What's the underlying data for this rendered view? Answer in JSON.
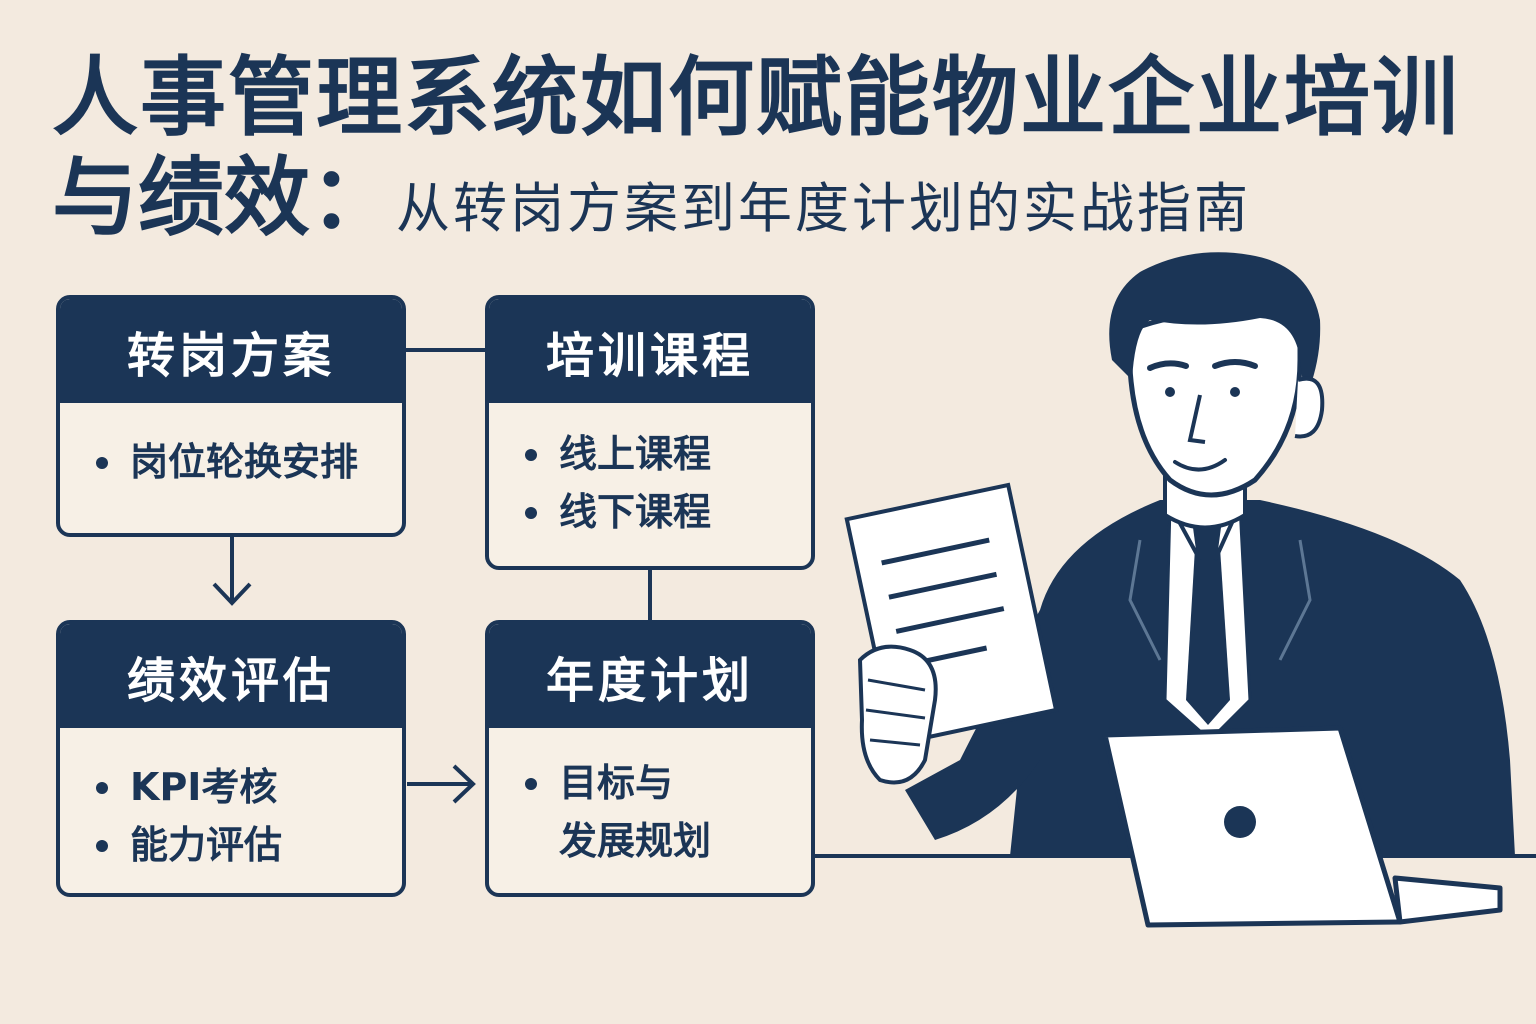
{
  "title": {
    "line1": "人事管理系统如何赋能物业企业培训",
    "line2_main": "与绩效：",
    "line2_sub": "从转岗方案到年度计划的实战指南"
  },
  "boxes": {
    "transfer": {
      "title": "转岗方案",
      "items": [
        "岗位轮换安排"
      ]
    },
    "training": {
      "title": "培训课程",
      "items": [
        "线上课程",
        "线下课程"
      ]
    },
    "performance": {
      "title": "绩效评估",
      "items": [
        "KPI考核",
        "能力评估"
      ]
    },
    "annual": {
      "title": "年度计划",
      "items": [
        "目标与\n发展规划"
      ]
    }
  },
  "colors": {
    "navy": "#1b3556",
    "background": "#f3eadf",
    "paper": "#f7f0e6"
  },
  "illustration": {
    "subject": "businessman-reading-document-with-laptop"
  }
}
